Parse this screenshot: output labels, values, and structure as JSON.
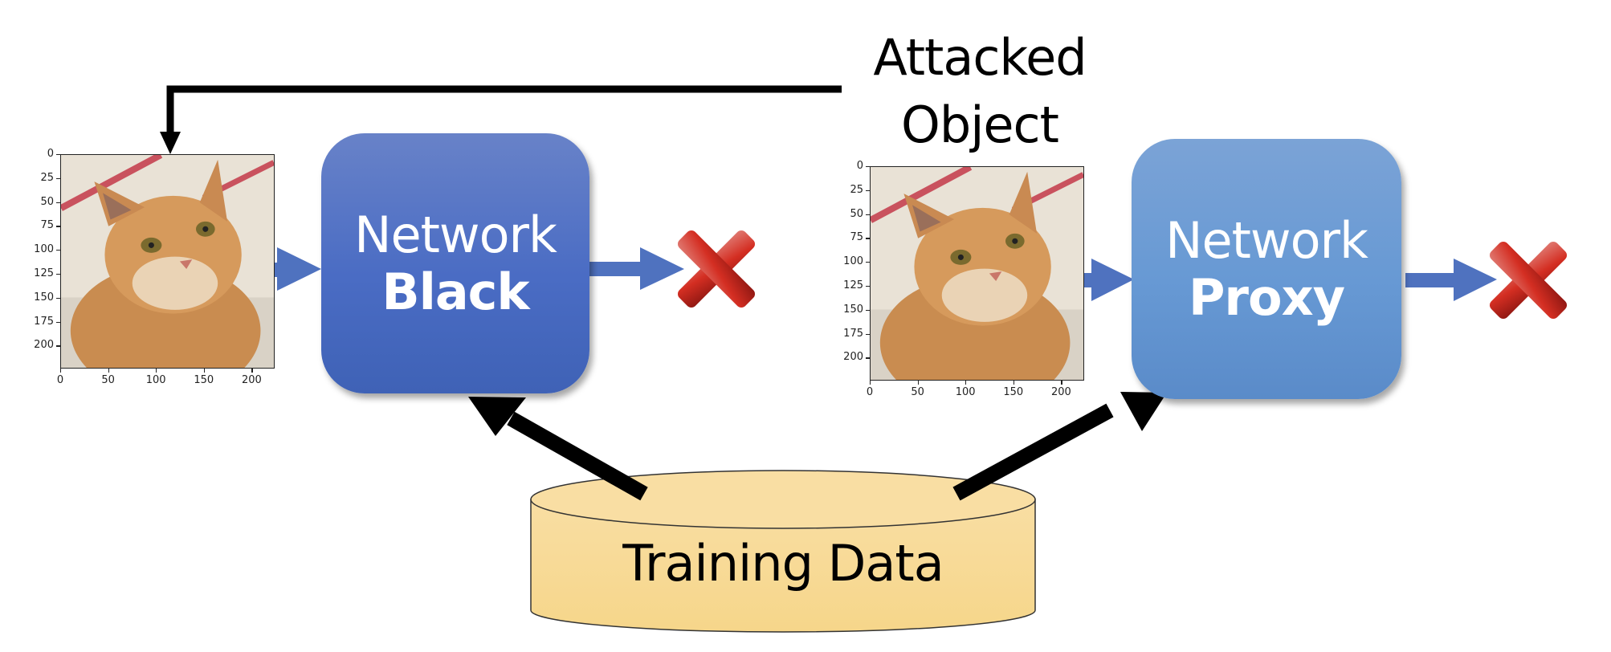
{
  "diagram": {
    "attacked_object_label": [
      "Attacked",
      "Object"
    ],
    "network_black": {
      "line1": "Network",
      "line2": "Black"
    },
    "network_proxy": {
      "line1": "Network",
      "line2": "Proxy"
    },
    "training_data_label": "Training Data",
    "colors": {
      "network_black": "#4a6cc4",
      "network_proxy": "#6799d4",
      "flow_arrow": "#4f72bf",
      "training_data": "#f8da9a",
      "reject_mark": "#d22d22",
      "control_arrow": "#000000"
    },
    "icons": {
      "output_black": "red-x-reject-icon",
      "output_proxy": "red-x-reject-icon"
    },
    "input_plots": [
      {
        "name": "input-image-black",
        "content": "orange tabby cat photo",
        "y_ticks": [
          "0",
          "25",
          "50",
          "75",
          "100",
          "125",
          "150",
          "175",
          "200"
        ],
        "x_ticks": [
          "0",
          "50",
          "100",
          "150",
          "200"
        ],
        "axis_max": 224
      },
      {
        "name": "input-image-proxy",
        "content": "orange tabby cat photo",
        "y_ticks": [
          "0",
          "25",
          "50",
          "75",
          "100",
          "125",
          "150",
          "175",
          "200"
        ],
        "x_ticks": [
          "0",
          "50",
          "100",
          "150",
          "200"
        ],
        "axis_max": 224
      }
    ]
  }
}
